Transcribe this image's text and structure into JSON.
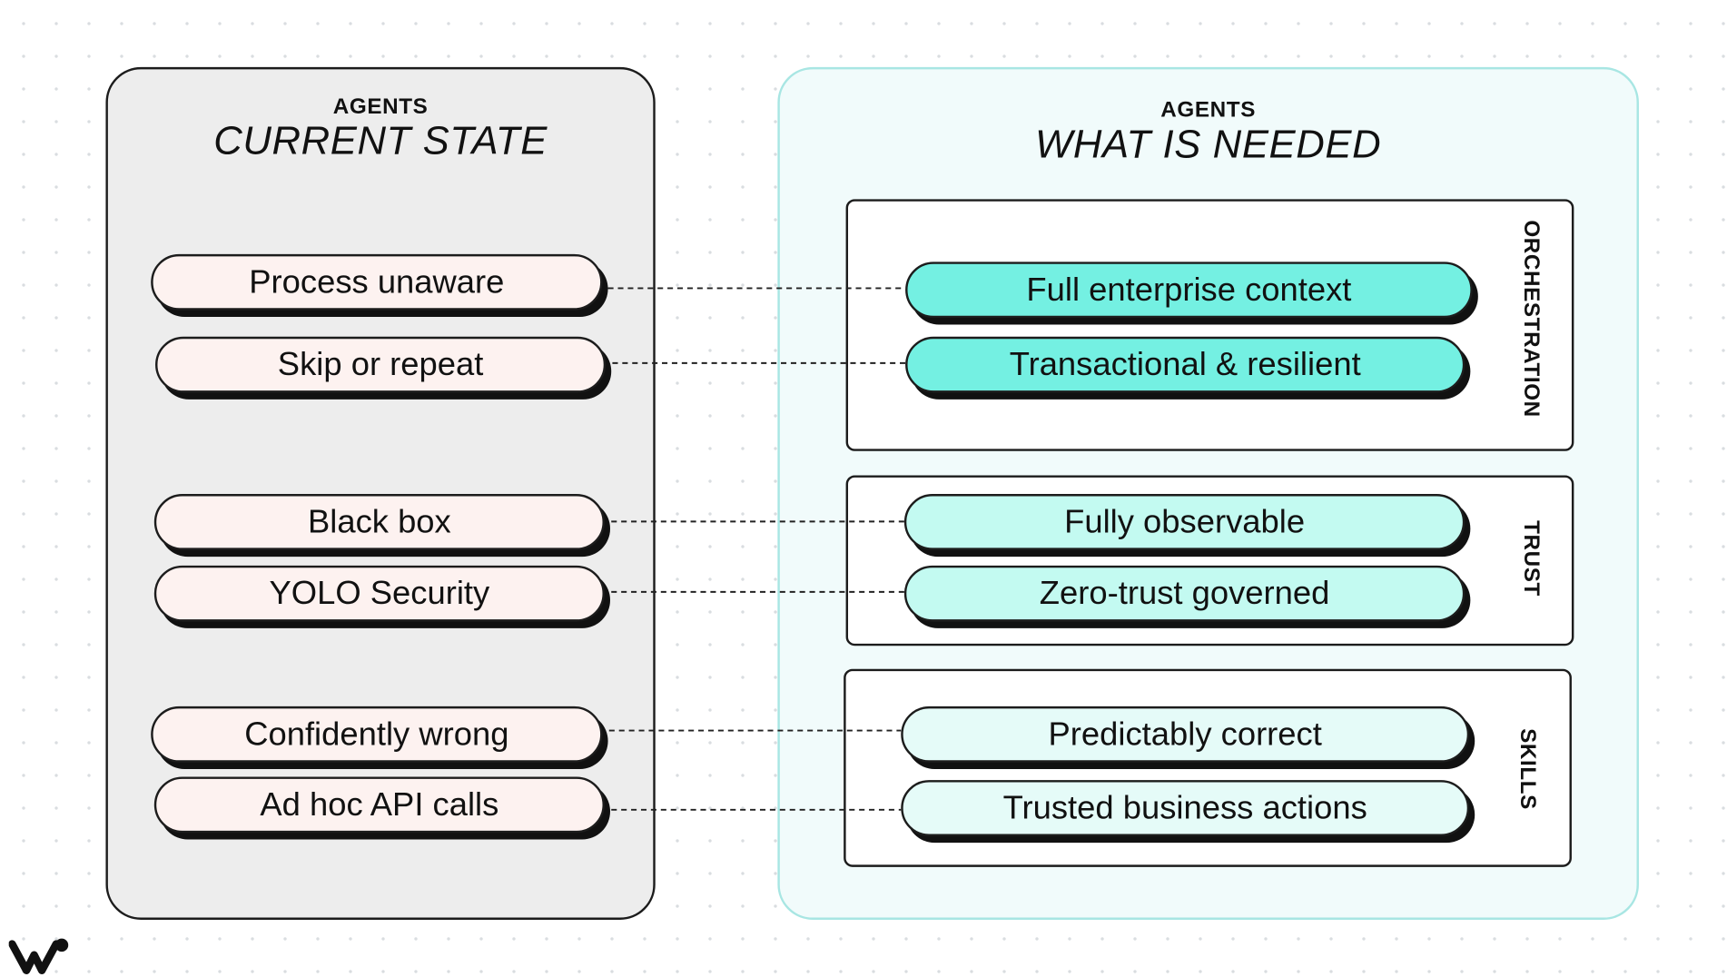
{
  "current_state": {
    "kicker": "AGENTS",
    "title": "CURRENT STATE",
    "items": [
      "Process unaware",
      "Skip or repeat",
      "Black box",
      "YOLO Security",
      "Confidently wrong",
      "Ad hoc API calls"
    ]
  },
  "what_is_needed": {
    "kicker": "AGENTS",
    "title": "WHAT IS NEEDED",
    "groups": [
      {
        "label": "ORCHESTRATION",
        "items": [
          "Full enterprise context",
          "Transactional & resilient"
        ],
        "color": "#74f0e2"
      },
      {
        "label": "TRUST",
        "items": [
          "Fully observable",
          "Zero-trust governed"
        ],
        "color": "#c3faf1"
      },
      {
        "label": "SKILLS",
        "items": [
          "Predictably correct",
          "Trusted business actions"
        ],
        "color": "#e5fbf8"
      }
    ]
  },
  "colors": {
    "current_panel": "#ededed",
    "needed_panel": "#f1fbfb",
    "needed_border": "#a8e6e3",
    "current_pill": "#fdf2f0"
  },
  "logo_icon": "w-logo-icon"
}
